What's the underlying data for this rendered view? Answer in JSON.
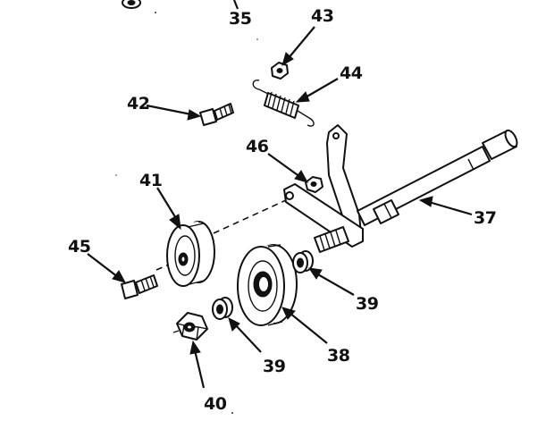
{
  "callouts": {
    "c35": "35",
    "c43": "43",
    "c44": "44",
    "c42": "42",
    "c46": "46",
    "c41": "41",
    "c37": "37",
    "c45": "45",
    "c39a": "39",
    "c39b": "39",
    "c38": "38",
    "c40": "40"
  }
}
